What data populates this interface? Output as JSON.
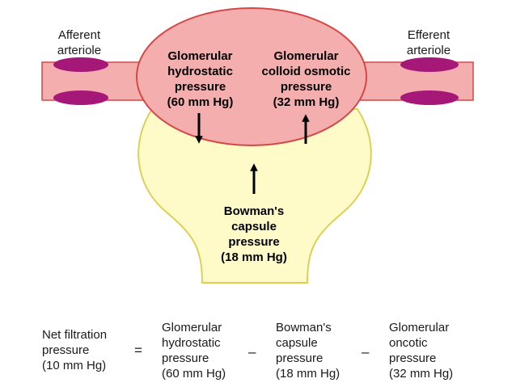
{
  "colors": {
    "vessel": "#f5aeae",
    "vessel_stroke": "#d44848",
    "wall": "#a51878",
    "capsule": "#fffbc8",
    "capsule_stroke": "#ddd055",
    "arrow": "#000000"
  },
  "diagram": {
    "afferent_label": "Afferent\narteriole",
    "efferent_label": "Efferent\narteriole",
    "glomerular_hydrostatic": "Glomerular\nhydrostatic\npressure\n(60 mm Hg)",
    "glomerular_colloid": "Glomerular\ncolloid osmotic\npressure\n(32 mm Hg)",
    "bowmans_capsule": "Bowman's\ncapsule\npressure\n(18 mm Hg)"
  },
  "equation": {
    "net_filtration": "Net filtration\npressure\n(10 mm Hg)",
    "equals": "=",
    "term1": "Glomerular\nhydrostatic\npressure\n(60 mm Hg)",
    "minus1": "–",
    "term2": "Bowman's\ncapsule\npressure\n(18 mm Hg)",
    "minus2": "–",
    "term3": "Glomerular\noncotic\npressure\n(32 mm Hg)"
  }
}
